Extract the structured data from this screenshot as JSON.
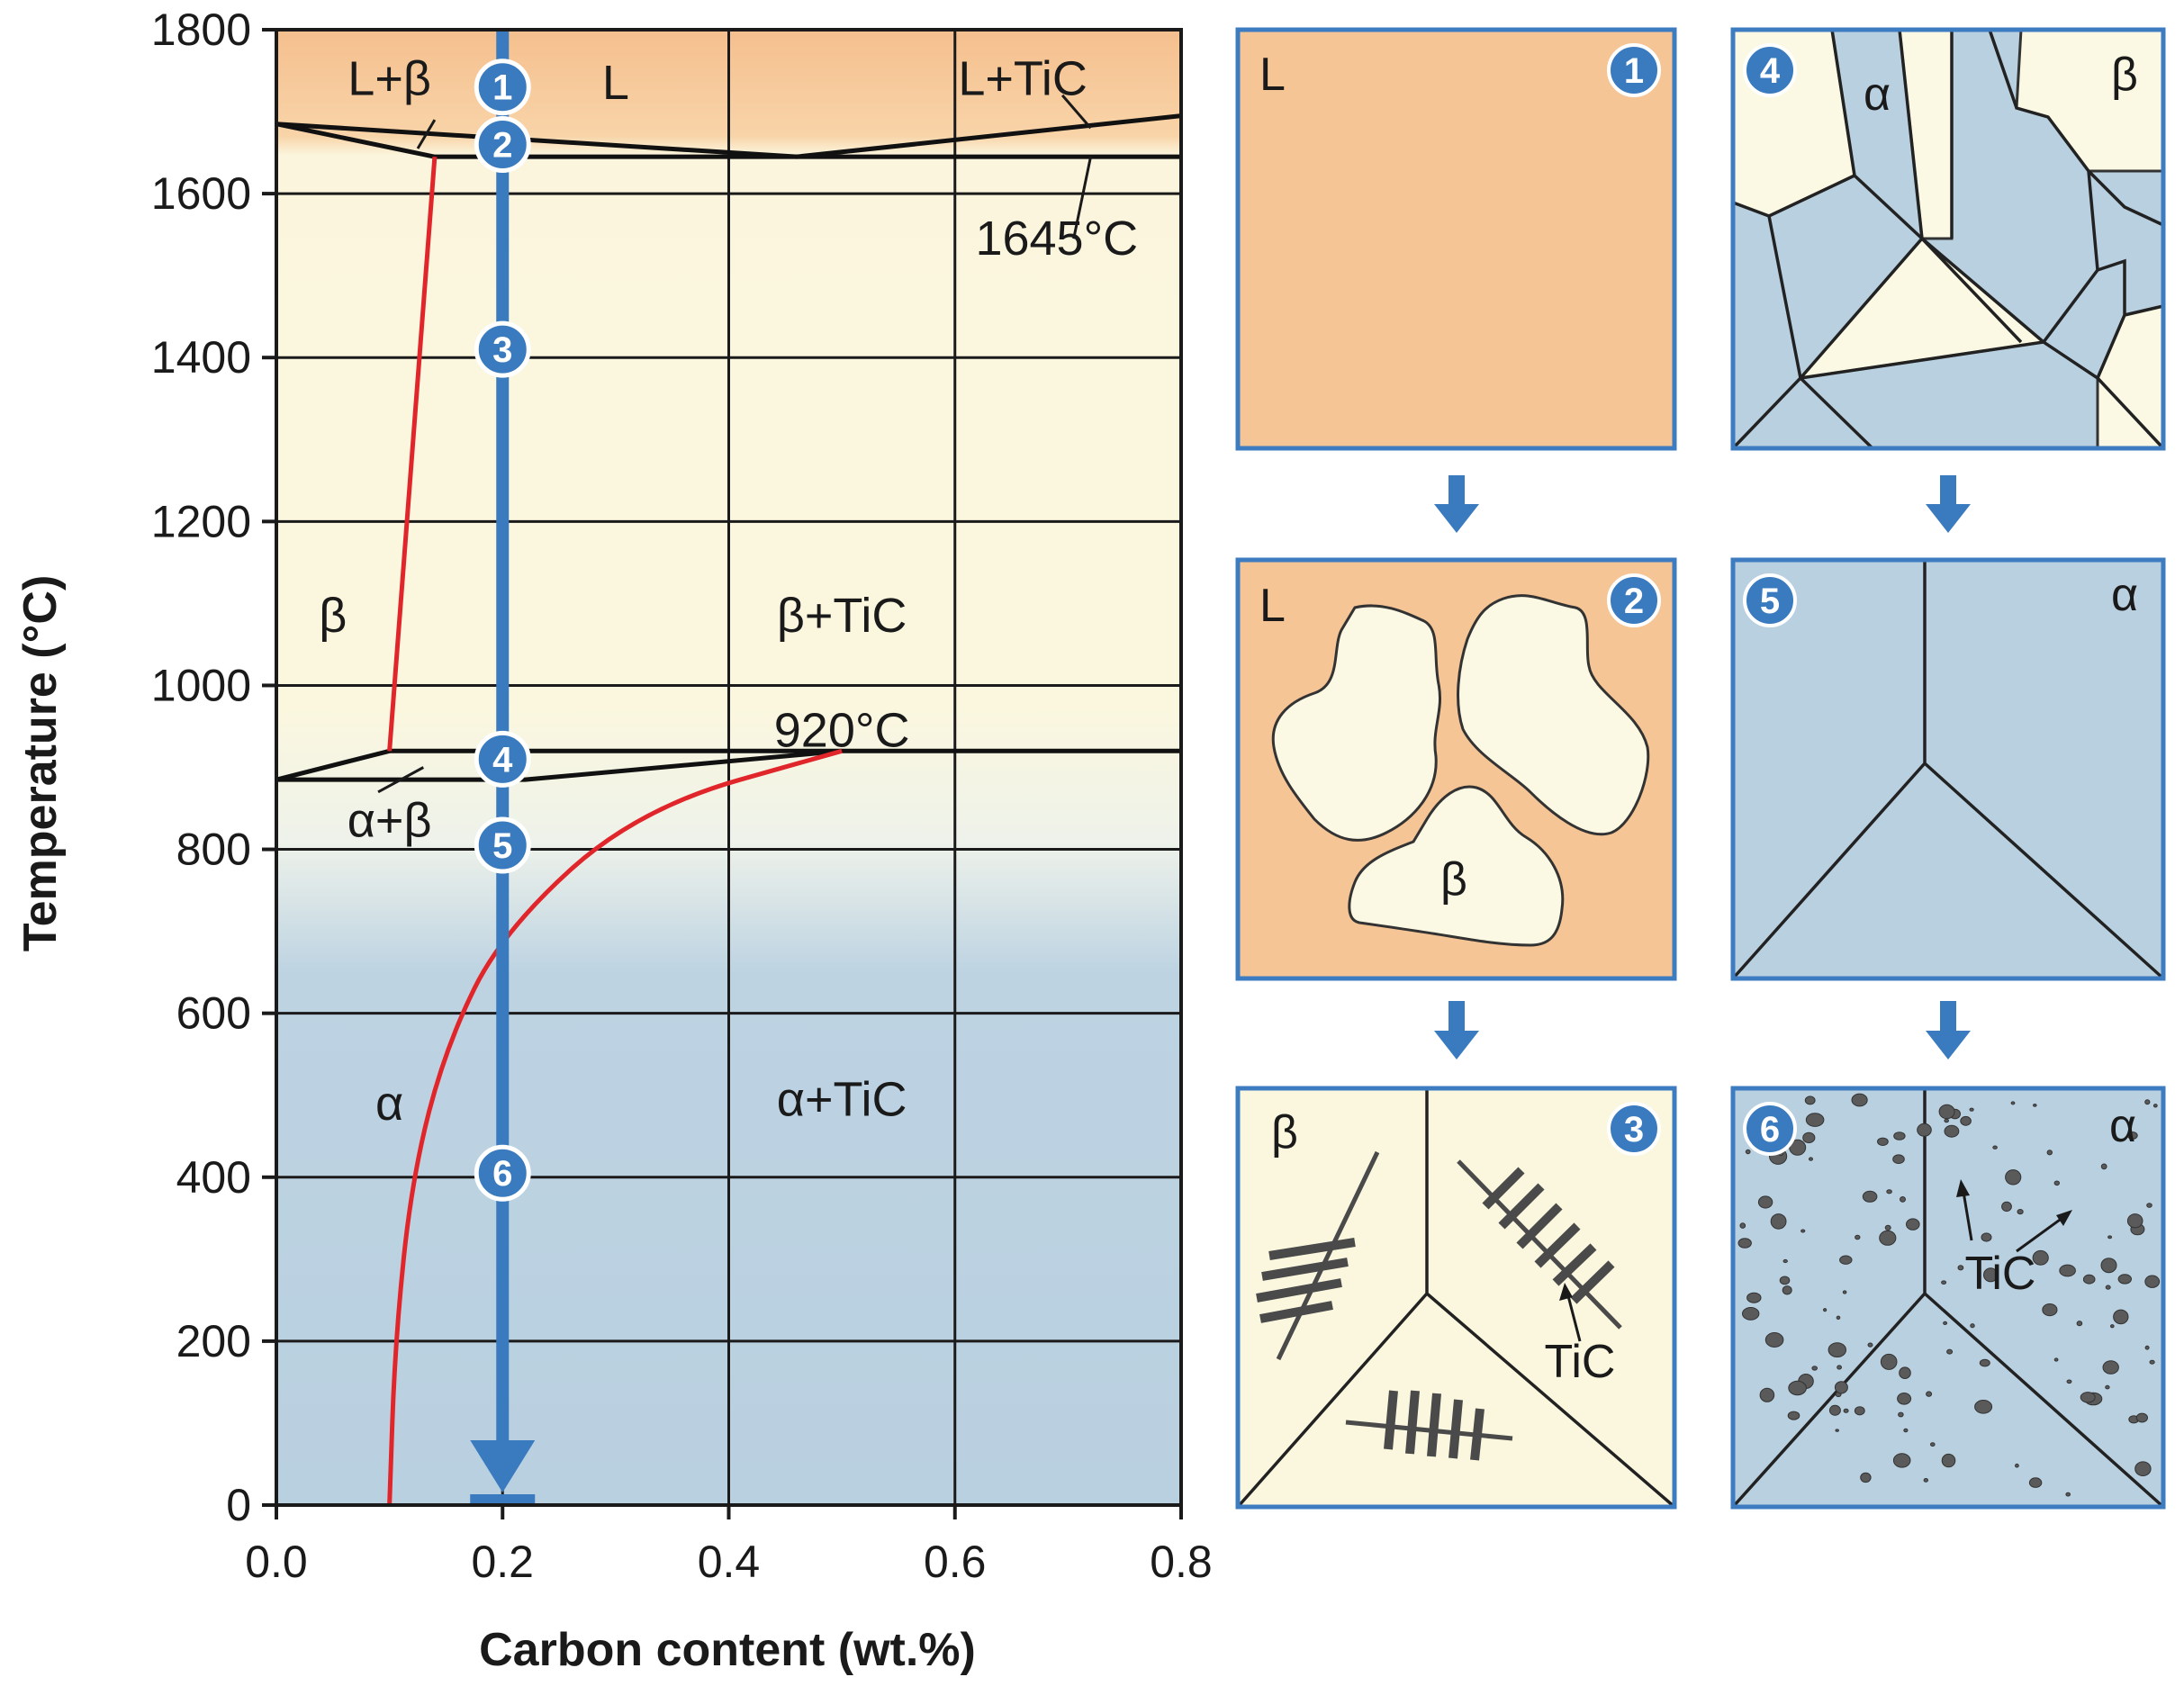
{
  "chart_data": {
    "type": "phase-diagram",
    "title": "",
    "xlabel": "Carbon content (wt.%)",
    "ylabel": "Temperature (°C)",
    "xlim": [
      0.0,
      0.8
    ],
    "ylim": [
      0,
      1800
    ],
    "xticks": [
      "0.0",
      "0.2",
      "0.4",
      "0.6",
      "0.8"
    ],
    "yticks": [
      "0",
      "200",
      "400",
      "600",
      "800",
      "1000",
      "1200",
      "1400",
      "1600",
      "1800"
    ],
    "grid": true,
    "colors": {
      "liquid": "#f5c596",
      "beta": "#fbf7df",
      "alpha": "#bcd3e2",
      "path": "#3a7bbf",
      "solvus": "#e0262a",
      "boundary": "#111111"
    },
    "regions": [
      {
        "label": "L",
        "x": 0.3,
        "y": 1735
      },
      {
        "label": "L+β",
        "x": 0.1,
        "y": 1740
      },
      {
        "label": "L+TiC",
        "x": 0.66,
        "y": 1740
      },
      {
        "label": "β",
        "x": 0.05,
        "y": 1085
      },
      {
        "label": "β+TiC",
        "x": 0.5,
        "y": 1085
      },
      {
        "label": "α+β",
        "x": 0.1,
        "y": 835
      },
      {
        "label": "α",
        "x": 0.1,
        "y": 490
      },
      {
        "label": "α+TiC",
        "x": 0.5,
        "y": 495
      }
    ],
    "annotations": [
      {
        "text": "1645°C",
        "x": 0.69,
        "y": 1545
      },
      {
        "text": "920°C",
        "x": 0.5,
        "y": 945
      }
    ],
    "phase_lines": {
      "liquidus_beta": [
        [
          0.0,
          1685
        ],
        [
          0.14,
          1645
        ]
      ],
      "liquidus_L_beta_upper": [
        [
          0.0,
          1685
        ],
        [
          0.46,
          1645
        ]
      ],
      "liquidus_TiC": [
        [
          0.46,
          1645
        ],
        [
          0.8,
          1695
        ]
      ],
      "eutectic_1645": [
        [
          0.14,
          1645
        ],
        [
          0.8,
          1645
        ]
      ],
      "eutectoid_920": [
        [
          0.1,
          920
        ],
        [
          0.8,
          920
        ]
      ],
      "beta_transus_lower": [
        [
          0.0,
          885
        ],
        [
          0.1,
          920
        ]
      ],
      "alpha_beta_lower": [
        [
          0.0,
          885
        ],
        [
          0.22,
          885
        ],
        [
          0.5,
          920
        ]
      ]
    },
    "solvus_lines": {
      "beta_TiC": [
        [
          0.14,
          1645
        ],
        [
          0.1,
          920
        ]
      ],
      "alpha_TiC": [
        [
          0.5,
          920
        ],
        [
          0.32,
          850
        ],
        [
          0.2,
          700
        ],
        [
          0.15,
          560
        ],
        [
          0.12,
          400
        ],
        [
          0.105,
          200
        ],
        [
          0.1,
          0
        ]
      ]
    },
    "cooling_path": {
      "x": 0.2,
      "steps": [
        {
          "n": "1",
          "y": 1730
        },
        {
          "n": "2",
          "y": 1660
        },
        {
          "n": "3",
          "y": 1410
        },
        {
          "n": "4",
          "y": 910
        },
        {
          "n": "5",
          "y": 805
        },
        {
          "n": "6",
          "y": 405
        }
      ]
    }
  },
  "panels": [
    {
      "n": "1",
      "phase": "L"
    },
    {
      "n": "2",
      "phase": "L",
      "grain_label": "β"
    },
    {
      "n": "3",
      "phase": "β",
      "precipitate_label": "TiC"
    },
    {
      "n": "4",
      "label_a": "α",
      "label_b": "β"
    },
    {
      "n": "5",
      "phase": "α"
    },
    {
      "n": "6",
      "phase": "α",
      "precipitate_label": "TiC"
    }
  ]
}
